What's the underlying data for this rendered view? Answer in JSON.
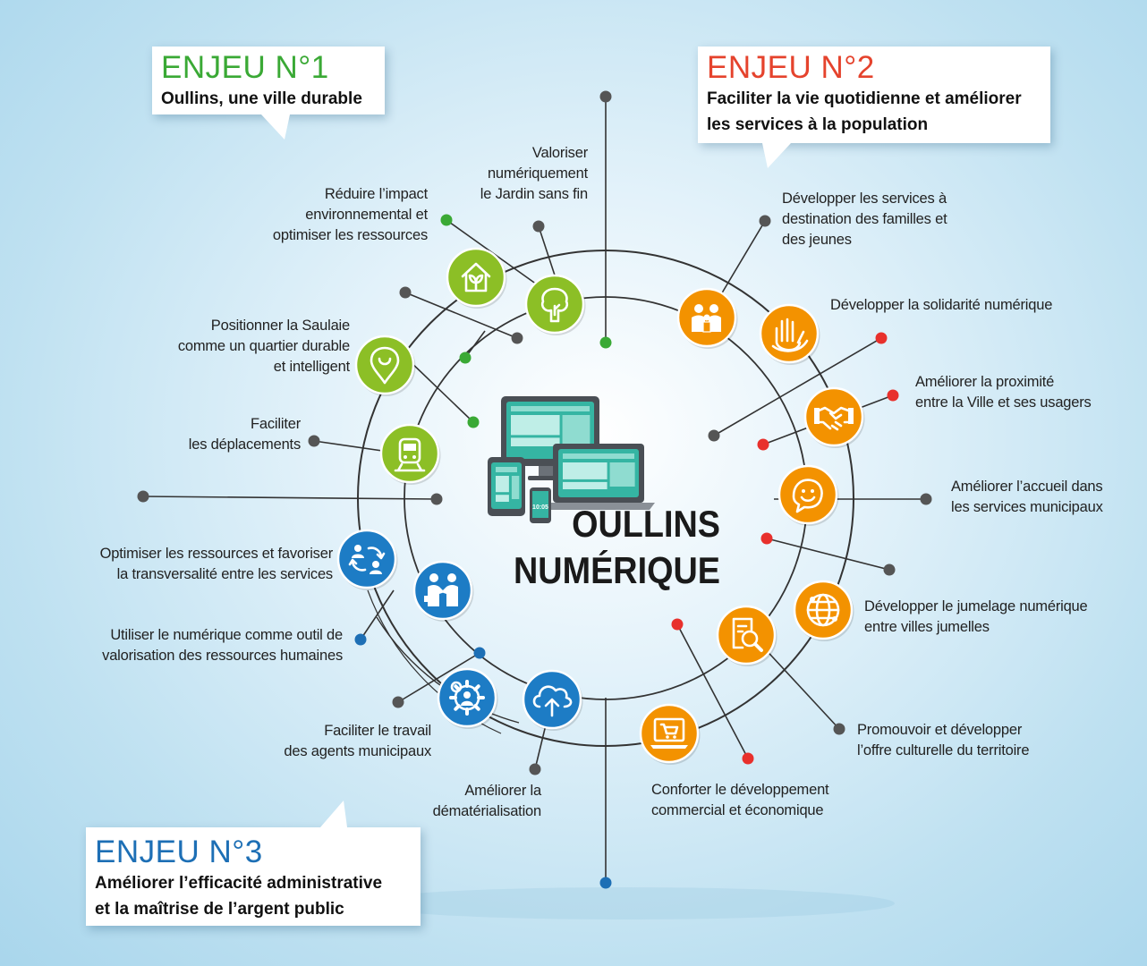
{
  "colors": {
    "green": "#8cbf26",
    "orange": "#f39200",
    "blue": "#1d7cc5",
    "red": "#e8302c",
    "enjeu1": "#3aa935",
    "enjeu2": "#e5432d",
    "enjeu3": "#1d6fb5",
    "device": "#35b5a3",
    "line": "#333333"
  },
  "title": {
    "line1": "OULLINS",
    "line2": "NUMÉRIQUE"
  },
  "enjeux": [
    {
      "number": "ENJEU N°1",
      "lines": [
        "Oullins, une ville durable"
      ]
    },
    {
      "number": "ENJEU N°2",
      "lines": [
        "Faciliter la vie quotidienne et améliorer",
        "les services à la population"
      ]
    },
    {
      "number": "ENJEU N°3",
      "lines": [
        "Améliorer l’efficacité administrative",
        "et la maîtrise de l’argent public"
      ]
    }
  ],
  "objectives": [
    {
      "enjeu": 1,
      "icon": "house-plant-icon",
      "lines": [
        "Réduire l’impact",
        "environnemental et",
        "optimiser les ressources"
      ]
    },
    {
      "enjeu": 1,
      "icon": "tree-icon",
      "lines": [
        "Valoriser",
        "numériquement",
        "le Jardin sans fin"
      ]
    },
    {
      "enjeu": 1,
      "icon": "location-pin-icon",
      "lines": [
        "Positionner la Saulaie",
        "comme un quartier durable",
        "et intelligent"
      ]
    },
    {
      "enjeu": 1,
      "icon": "train-icon",
      "lines": [
        "Faciliter",
        "les déplacements"
      ]
    },
    {
      "enjeu": 2,
      "icon": "family-icon",
      "lines": [
        "Développer les services à",
        "destination des familles et",
        "des jeunes"
      ]
    },
    {
      "enjeu": 2,
      "icon": "helping-hands-icon",
      "lines": [
        "Développer la solidarité numérique"
      ]
    },
    {
      "enjeu": 2,
      "icon": "handshake-icon",
      "lines": [
        "Améliorer la proximité",
        "entre la Ville et ses usagers"
      ]
    },
    {
      "enjeu": 2,
      "icon": "smiley-icon",
      "lines": [
        "Améliorer l’accueil dans",
        "les services municipaux"
      ]
    },
    {
      "enjeu": 2,
      "icon": "globe-icon",
      "lines": [
        "Développer le jumelage numérique",
        "entre villes jumelles"
      ]
    },
    {
      "enjeu": 2,
      "icon": "document-search-icon",
      "lines": [
        "Promouvoir et développer",
        "l’offre culturelle du territoire"
      ]
    },
    {
      "enjeu": 2,
      "icon": "shopping-cart-laptop-icon",
      "lines": [
        "Conforter le développement",
        "commercial et économique"
      ]
    },
    {
      "enjeu": 3,
      "icon": "cloud-upload-icon",
      "lines": [
        "Améliorer la",
        "dématérialisation"
      ]
    },
    {
      "enjeu": 3,
      "icon": "gear-person-icon",
      "lines": [
        "Faciliter le travail",
        "des agents municipaux"
      ]
    },
    {
      "enjeu": 3,
      "icon": "business-handshake-icon",
      "lines": [
        "Utiliser le numérique comme outil de",
        "valorisation des ressources humaines"
      ]
    },
    {
      "enjeu": 3,
      "icon": "people-exchange-icon",
      "lines": [
        "Optimiser les ressources et favoriser",
        "la transversalité entre les services"
      ]
    }
  ],
  "devices": {
    "phone_time": "10:05"
  }
}
